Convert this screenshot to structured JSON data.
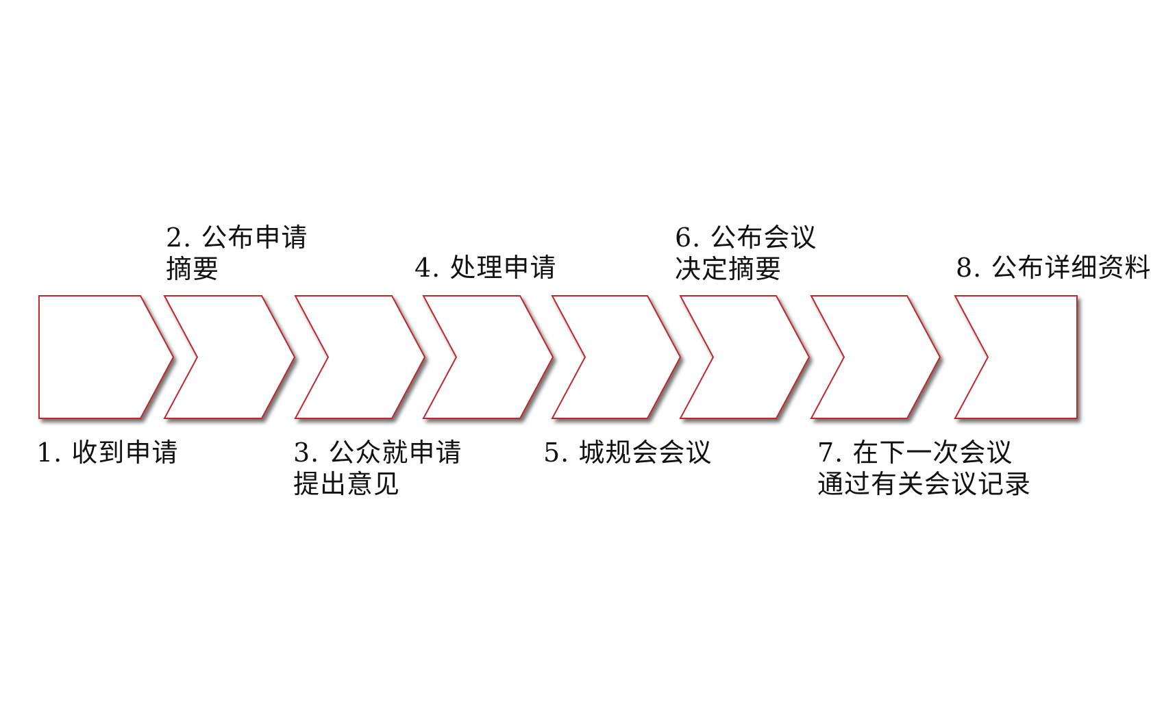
{
  "style": {
    "stroke_color": "#c0262b",
    "fill_color": "#ffffff",
    "shadow_color": "#000000"
  },
  "steps": [
    {
      "number": "1",
      "lines": [
        "1. 收到申请"
      ],
      "label_position": "below"
    },
    {
      "number": "2",
      "lines": [
        "2. 公布申请",
        "摘要"
      ],
      "label_position": "above"
    },
    {
      "number": "3",
      "lines": [
        "3. 公众就申请",
        "提出意见"
      ],
      "label_position": "below"
    },
    {
      "number": "4",
      "lines": [
        "4. 处理申请"
      ],
      "label_position": "above"
    },
    {
      "number": "5",
      "lines": [
        "5. 城规会会议"
      ],
      "label_position": "below"
    },
    {
      "number": "6",
      "lines": [
        "6. 公布会议",
        "决定摘要"
      ],
      "label_position": "above"
    },
    {
      "number": "7",
      "lines": [
        "7. 在下一次会议",
        "通过有关会议记录"
      ],
      "label_position": "below"
    },
    {
      "number": "8",
      "lines": [
        "8. 公布详细资料"
      ],
      "label_position": "above"
    }
  ]
}
